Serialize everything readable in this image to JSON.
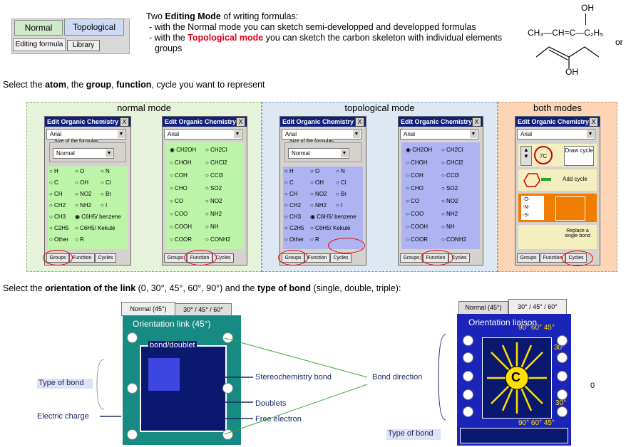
{
  "mode_box": {
    "normal": "Normal",
    "topological": "Topological",
    "tab_editing": "Editing formula",
    "tab_library": "Library"
  },
  "intro": {
    "line1_pre": "Two ",
    "line1_bold": "Editing Mode",
    "line1_post": " of writing formulas:",
    "line2": "- with the Normal mode you can sketch semi-developped and developped formulas",
    "line3_pre": "- with the ",
    "line3_red": "Topological mode",
    "line3_post": " you can sketch the carbon skeleton with individual elements",
    "line4": "groups",
    "or": "or"
  },
  "formula": {
    "oh_top": "OH",
    "chain": "CH₃—CH=C—C₂H₅",
    "oh_bottom": "OH"
  },
  "select1": {
    "pre": "Select the ",
    "atom": "atom",
    "sep1": ", the ",
    "group": "group",
    "sep2": ", ",
    "function": "function",
    "post": ", cycle you want to represent"
  },
  "panels": {
    "normal": "normal mode",
    "topological": "topological mode",
    "both": "both modes"
  },
  "window": {
    "title": "Edit Organic Chemistry",
    "close": "X",
    "font": "Arial",
    "size_label": "Size of the formulas",
    "size_value": "Normal",
    "tab_groups": "Groups",
    "tab_function": "Function",
    "tab_cycles": "Cycles"
  },
  "groups": [
    "H",
    "O",
    "N",
    "C",
    "OH",
    "Cl",
    "CH",
    "NO2",
    "Br",
    "CH2",
    "NH2",
    "I",
    "CH3",
    "C6H5/ benzene",
    "C2H5",
    "C6H5/ Kekulé",
    "Other",
    "R"
  ],
  "functions": [
    "CH2OH",
    "CH2Cl",
    "CHOH",
    "CHCl2",
    "COH",
    "CCl3",
    "CHO",
    "SO2",
    "CO",
    "NO2",
    "COO",
    "NH2",
    "COOH",
    "NH",
    "COOR",
    "CONH2"
  ],
  "cycles": {
    "count": "7C",
    "draw": "Draw cycle",
    "add": "Add cycle",
    "replace": "Replace a single bond",
    "r1": "-O-",
    "r2": "-N-",
    "r3": "-S-"
  },
  "select2": {
    "pre": "Select the ",
    "b1": "orientation of the link",
    "mid": " (0, 30°, 45°, 60°, 90°) and the ",
    "b2": "type of bond",
    "post": " (single, double, triple):"
  },
  "bottom_left": {
    "tab1": "Normal  (45°)",
    "tab2": "30° / 45° / 60°",
    "orientation": "Orientation link (45°)",
    "bond_doublet": "bond/doublet",
    "type_of_bond": "Type of bond",
    "electric_charge": "Electric charge",
    "stereo": "Stereochemistry bond",
    "doublets": "Doublets",
    "free_electron": "Free electron",
    "bond_direction": "Bond direction"
  },
  "bottom_right": {
    "tab1": "Normal  (45°)",
    "tab2": "30° / 45° / 60°",
    "orientation": "Orientation liaison",
    "center": "C",
    "a90": "90°",
    "a60": "60°",
    "a45": "45°",
    "a30": "30°",
    "type_of_bond": "Type of bond",
    "zero": "0"
  }
}
